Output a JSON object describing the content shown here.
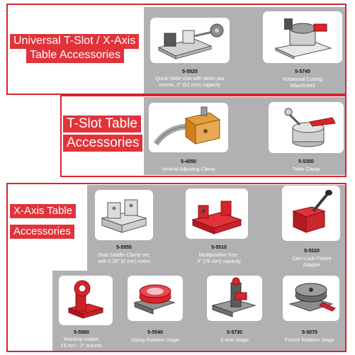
{
  "sections": [
    {
      "title_lines": [
        "Universal T-Slot / X-Axis",
        "Table Accessories"
      ],
      "products": [
        {
          "code": "5-5525",
          "desc_lines": [
            "Quick-Slide Vise with delrin jaw",
            "inserts, 2\" (51 mm) capacity"
          ],
          "icon": "quick-slide-vise-icon"
        },
        {
          "code": "5-5745",
          "desc_lines": [
            "Rotational Cutting",
            "Attachment"
          ],
          "icon": "rotational-cutting-attachment-icon"
        }
      ]
    },
    {
      "title_lines": [
        "T-Slot Table",
        "Accessories"
      ],
      "products": [
        {
          "code": "5-4050",
          "desc_lines": [
            "Vertical Adjusting Clamp"
          ],
          "icon": "vertical-adjusting-clamp-icon"
        },
        {
          "code": "5-5350",
          "desc_lines": [
            "Table Clamp"
          ],
          "icon": "table-clamp-icon"
        }
      ]
    },
    {
      "title_lines": [
        "X-Axis Table",
        "Accessories"
      ],
      "products": [
        {
          "code": "5-5555",
          "desc_lines": [
            "Dual Saddle Clamp set,",
            "with 0.25\" (6 mm) risers"
          ],
          "icon": "dual-saddle-clamp-icon"
        },
        {
          "code": "5-5510",
          "desc_lines": [
            "Multiposition Vise,",
            "3\" (76 mm) capacity"
          ],
          "icon": "multiposition-vise-icon"
        },
        {
          "code": "5-5520",
          "desc_lines": [
            "Cam-Lock Fixture",
            "Adapter"
          ],
          "icon": "cam-lock-fixture-adapter-icon"
        },
        {
          "code": "5-5560",
          "desc_lines": [
            "Teardrop Holder,",
            "25 mm - 2\" mounts"
          ],
          "icon": "teardrop-holder-icon"
        },
        {
          "code": "5-5540",
          "desc_lines": [
            "Dicing Rotation Stage"
          ],
          "icon": "dicing-rotation-stage-icon"
        },
        {
          "code": "5-5730",
          "desc_lines": [
            "Z-Axis Stage"
          ],
          "icon": "z-axis-stage-icon"
        },
        {
          "code": "5-5070",
          "desc_lines": [
            "Fixture Rotation Stage"
          ],
          "icon": "fixture-rotation-stage-icon"
        }
      ]
    }
  ],
  "colors": {
    "accent_red": "#e0333a",
    "border_red": "#d8242c",
    "panel_gray": "#b1b1b3",
    "metal": "#c9c9c9"
  }
}
